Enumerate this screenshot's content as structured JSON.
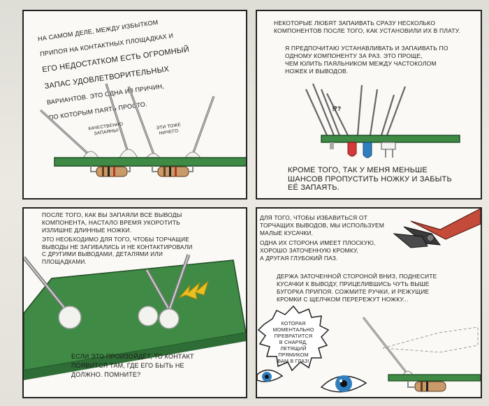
{
  "panel1": {
    "caption_lines": [
      "на самом деле, между избытком",
      "припоя на контактных площадках и",
      "его недостатком есть огромный",
      "запас удовлетворительных",
      "вариантов. это одна из причин,",
      "по которым паять просто."
    ],
    "label_left": "качественно\nзапаяны!",
    "label_right": "эти тоже\nничего."
  },
  "panel2": {
    "caption_top": "некоторые любят запаивать сразу несколько\nкомпонентов после того, как установили их в плату.",
    "caption_mid": "я предпочитаю устанавливать и запаивать по\nодному компоненту за раз. это проще,\nчем юлить паяльником между частоколом\nножек и выводов.",
    "confused": "⁉?",
    "caption_bottom": "кроме того, так у меня меньше\nшансов пропустить ножку и забыть\nеё запаять."
  },
  "panel3": {
    "caption_top": "после того, как вы запаяли все выводы\nкомпонента, настало время укоротить\nизлишне длинные ножки.",
    "caption_mid": "это необходимо для того, чтобы торчащие\nвыводы не загибались и не контактировали\nс другими выводами, деталями или\nплощадками.",
    "caption_bottom": "если это произойдёт, то контакт\nпоявится там, где его быть не\nдолжно. помните?"
  },
  "panel4": {
    "caption_top": "для того, чтобы избавиться от\nторчащих выводов, мы используем\nмалые кусачки.",
    "caption_mid": "одна их сторона имеет плоскую,\nхорошо заточенную кромку,\nа другая глубокий паз.",
    "caption_bottom": "держа заточенной стороной вниз, поднесите\nкусачки к выводу, прицелившись чуть выше\nбугорка припоя. сожмите ручки, и режущие\nкромки с щелчком перережут ножку...",
    "burst": "которая\nмоментально\nпревратится\nв снаряд,\nлетящий\nпрямиком\nвам в глаз!"
  },
  "colors": {
    "board": "#3f8a45",
    "board_dark": "#2e6d36",
    "solder": "#f2f2ee",
    "resistor": "#c99a6a",
    "eye": "#2f7fc0",
    "spark": "#e8c020"
  }
}
